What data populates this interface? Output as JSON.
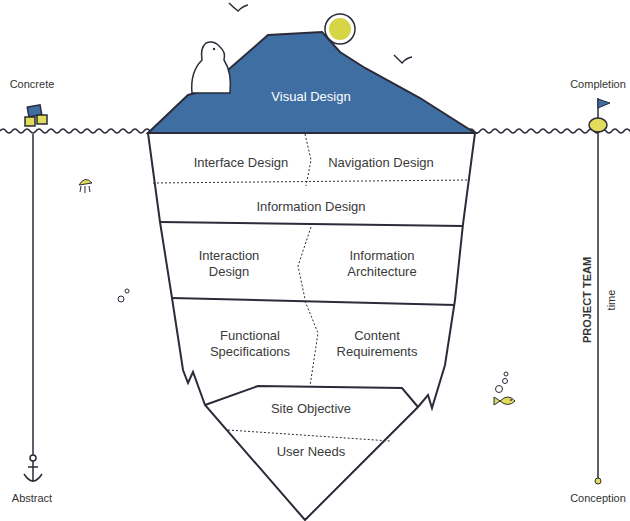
{
  "diagram": {
    "nodes": [
      {
        "text": [
          "Visual Design"
        ]
      },
      {
        "text": [
          "Interface Design"
        ]
      },
      {
        "text": [
          "Navigation Design"
        ]
      },
      {
        "text": [
          "Information Design"
        ]
      },
      {
        "text": [
          "Interaction Design"
        ]
      },
      {
        "text": [
          "Information Architecture"
        ]
      },
      {
        "text": [
          "Functional Specifications"
        ]
      },
      {
        "text": [
          "Content Requirements"
        ]
      },
      {
        "text": [
          "Site Objective"
        ]
      },
      {
        "text": [
          "User Needs"
        ]
      }
    ],
    "labels": [
      "Concrete",
      "Completion",
      "PROJECT TEAM",
      "time",
      "Abstract",
      "Conception"
    ]
  }
}
